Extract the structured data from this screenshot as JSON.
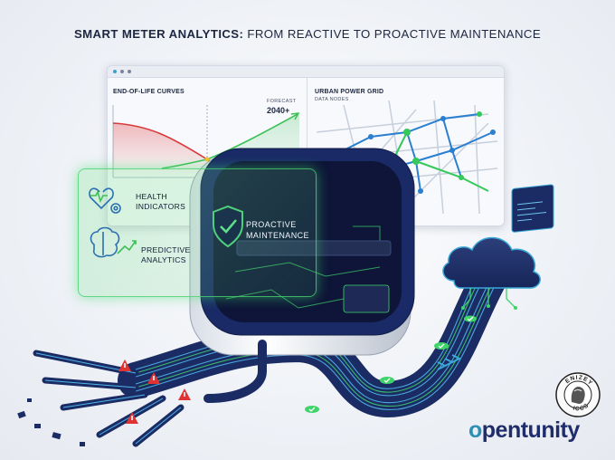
{
  "title": {
    "bold": "SMART METER ANALYTICS:",
    "rest": " FROM REACTIVE TO PROACTIVE MAINTENANCE"
  },
  "dashboard": {
    "left_panel": {
      "title": "END-OF-LIFE CURVES",
      "forecast_label": "FORECAST",
      "forecast_value": "2040+"
    },
    "right_panel": {
      "title": "URBAN POWER GRID",
      "subtitle": "DATA NODES"
    }
  },
  "glass_panel": {
    "item1": {
      "line1": "HEALTH",
      "line2": "INDICATORS",
      "icon": "heart-gear-icon"
    },
    "item2": {
      "line1": "PREDICTIVE",
      "line2": "ANALYTICS",
      "icon": "brain-chart-icon"
    },
    "badge": {
      "line1": "PROACTIVE",
      "line2": "MAINTENANCE",
      "icon": "shield-check-icon"
    }
  },
  "seal": {
    "top": "ENIZEY",
    "bottom": "ICCS"
  },
  "brand": {
    "prefix": "o",
    "rest": "pentunity"
  },
  "colors": {
    "navy": "#1f2d6b",
    "green": "#3fd46a",
    "teal": "#2d8fb5",
    "warning": "#e03434"
  }
}
